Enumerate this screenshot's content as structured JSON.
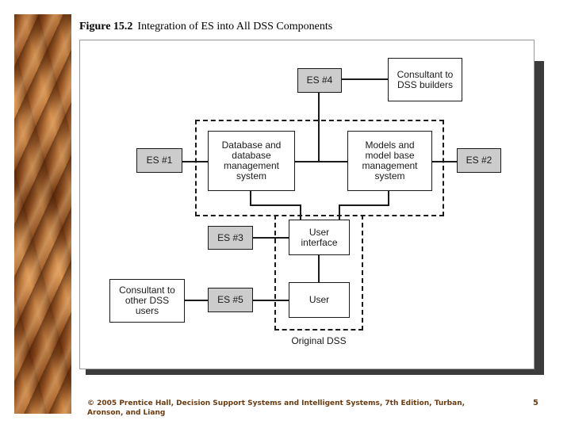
{
  "figure": {
    "number": "Figure 15.2",
    "title": "Integration of ES into All DSS Components"
  },
  "nodes": {
    "es4": "ES #4",
    "consultant_builders": "Consultant to DSS builders",
    "es1": "ES #1",
    "database": "Database and database management system",
    "models": "Models and model base management system",
    "es2": "ES #2",
    "es3": "ES #3",
    "user_interface": "User interface",
    "consultant_users": "Consultant to other DSS users",
    "es5": "ES #5",
    "user": "User"
  },
  "caption": "Original DSS",
  "footer": {
    "citation": "© 2005 Prentice Hall, Decision Support Systems and Intelligent Systems, 7th Edition, Turban, Aronson, and Liang",
    "page_number": "5"
  },
  "colors": {
    "es_fill": "#cccccc",
    "footer_text": "#6b3a0f"
  }
}
